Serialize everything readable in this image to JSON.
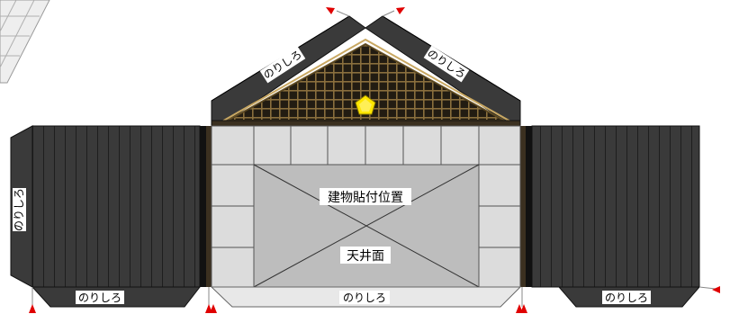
{
  "labels": {
    "glue_flap": "のりしろ",
    "building_paste_position": "建物貼付位置",
    "ceiling_face": "天井面"
  },
  "colors": {
    "roof_dark": "#3a3a3a",
    "roof_stripe": "#2a2a2a",
    "lattice_bg": "#3b3020",
    "lattice_line": "#c9a862",
    "wall_tile": "#dcdcdc",
    "center_panel": "#bdbdbd",
    "flap_light": "#e8e8e8",
    "marker_red": "#e00000",
    "star_yellow": "#ffe600"
  },
  "icons": [
    "pentagon-star-icon",
    "cut-marker-icon"
  ]
}
